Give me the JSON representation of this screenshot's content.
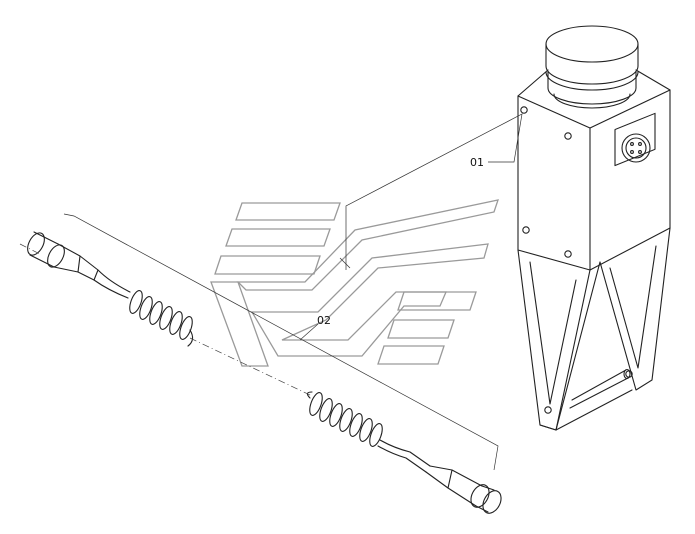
{
  "callouts": [
    {
      "id": "01",
      "label": "01"
    },
    {
      "id": "02",
      "label": "02"
    }
  ],
  "colors": {
    "line": "#222222",
    "watermark": "#9a9a9a",
    "background": "#ffffff"
  }
}
